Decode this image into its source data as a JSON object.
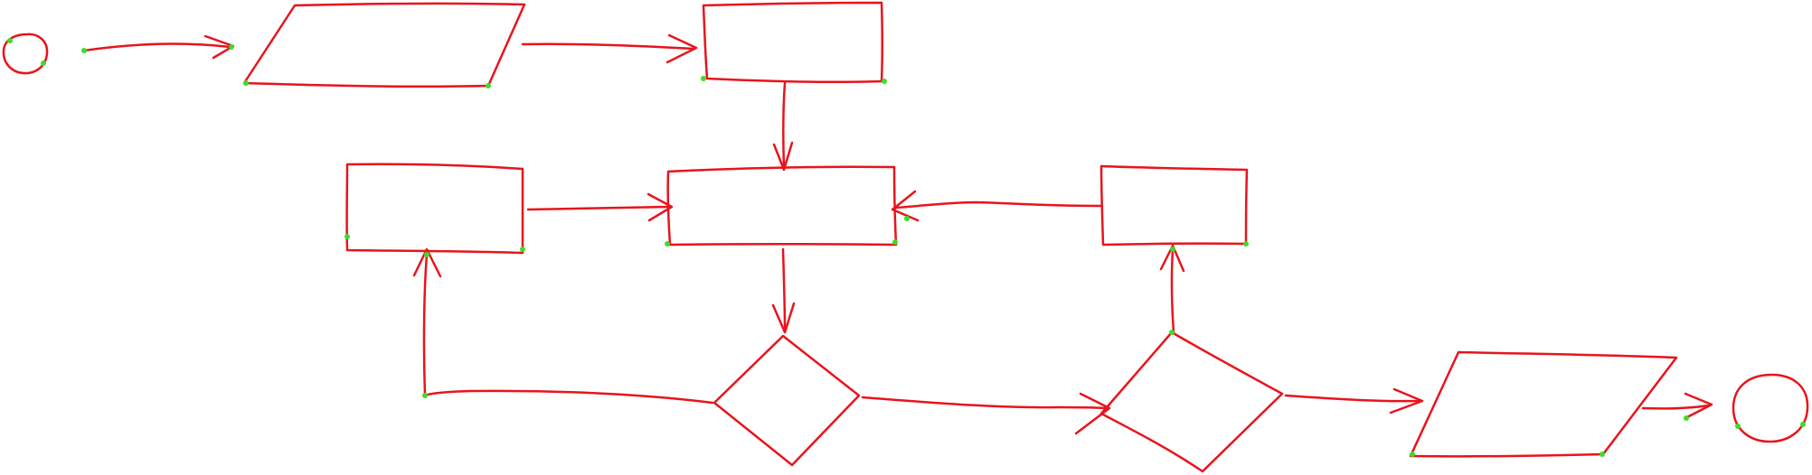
{
  "diagram": {
    "type": "flowchart",
    "style": "hand-drawn sketch",
    "colors": {
      "stroke": "#e8141c",
      "endpoint": "#3ddc2a",
      "background": "#ffffff"
    },
    "nodes": [
      {
        "id": "start",
        "shape": "circle",
        "label": ""
      },
      {
        "id": "input",
        "shape": "parallelogram",
        "label": ""
      },
      {
        "id": "process-1",
        "shape": "rectangle",
        "label": ""
      },
      {
        "id": "process-left",
        "shape": "rectangle",
        "label": ""
      },
      {
        "id": "process-main",
        "shape": "rectangle",
        "label": ""
      },
      {
        "id": "process-right",
        "shape": "rectangle",
        "label": ""
      },
      {
        "id": "decision-1",
        "shape": "diamond",
        "label": ""
      },
      {
        "id": "decision-2",
        "shape": "diamond",
        "label": ""
      },
      {
        "id": "output",
        "shape": "parallelogram",
        "label": ""
      },
      {
        "id": "end",
        "shape": "circle",
        "label": ""
      }
    ],
    "edges": [
      {
        "from": "start",
        "to": "input"
      },
      {
        "from": "input",
        "to": "process-1"
      },
      {
        "from": "process-1",
        "to": "process-main"
      },
      {
        "from": "process-left",
        "to": "process-main"
      },
      {
        "from": "process-right",
        "to": "process-main"
      },
      {
        "from": "process-main",
        "to": "decision-1"
      },
      {
        "from": "decision-1",
        "to": "process-left"
      },
      {
        "from": "decision-1",
        "to": "decision-2"
      },
      {
        "from": "decision-2",
        "to": "process-right"
      },
      {
        "from": "decision-2",
        "to": "output"
      },
      {
        "from": "output",
        "to": "end"
      }
    ]
  }
}
